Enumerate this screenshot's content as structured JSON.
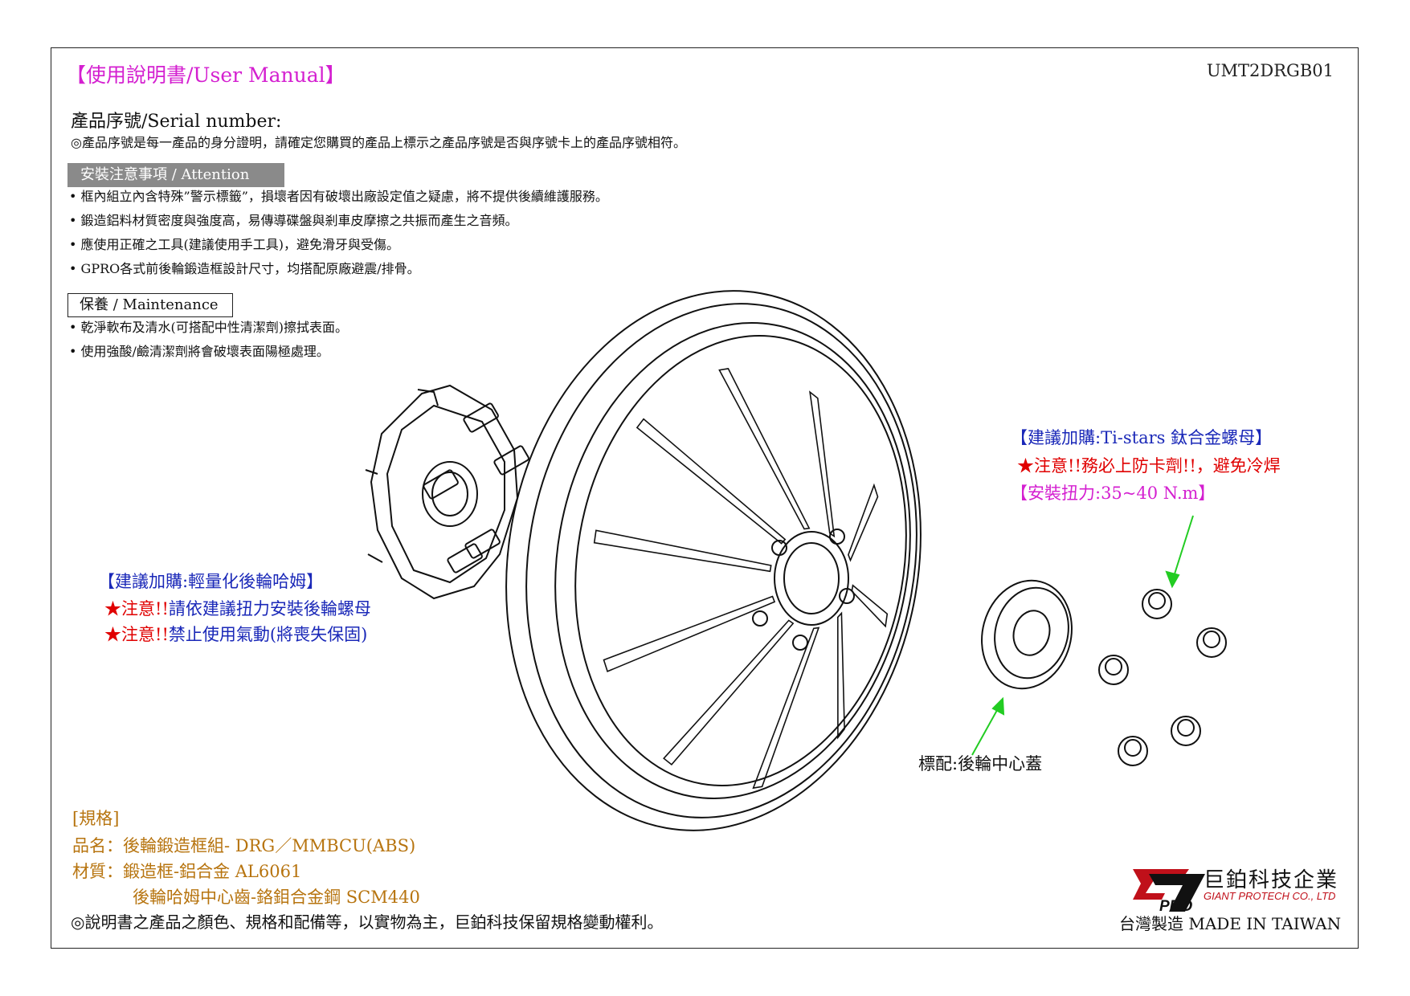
{
  "header": {
    "title": "【使用說明書/User Manual】",
    "doc_code": "UMT2DRGB01"
  },
  "serial": {
    "label": "產品序號/Serial number:",
    "note": "◎產品序號是每一產品的身分證明，請確定您購買的產品上標示之產品序號是否與序號卡上的產品序號相符。"
  },
  "attention": {
    "label": "安裝注意事項 / Attention",
    "items": [
      "框內組立內含特殊”警示標籤”，損壞者因有破壞出廠設定值之疑慮，將不提供後續維護服務。",
      "鍛造鋁料材質密度與強度高，易傳導碟盤與剎車皮摩擦之共振而產生之音頻。",
      "應使用正確之工具(建議使用手工具)，避免滑牙與受傷。",
      "GPRO各式前後輪鍛造框設計尺寸，均搭配原廠避震/排骨。"
    ]
  },
  "maintenance": {
    "label": "保養 / Maintenance",
    "items": [
      "乾淨軟布及清水(可搭配中性清潔劑)擦拭表面。",
      "使用強酸/鹼清潔劑將會破壞表面陽極處理。"
    ]
  },
  "hub_callout": {
    "title": "【建議加購:輕量化後輪哈姆】",
    "warn_star": "★",
    "warn1_head": "注意!!",
    "warn1_body": "請依建議扭力安裝後輪螺母",
    "warn2_head": "注意!!",
    "warn2_body": "禁止使用氣動(將喪失保固)"
  },
  "nut_callout": {
    "title": "【建議加購:Ti-stars 鈦合金螺母】",
    "warn_star": "★",
    "warn_text": "注意!!務必上防卡劑!!，避免冷焊",
    "torque": "【安裝扭力:35~40 N.m】"
  },
  "center_cap_label": "標配:後輪中心蓋",
  "spec": {
    "heading": "[規格]",
    "line1": "品名：後輪鍛造框組- DRG／MMBCU(ABS)",
    "line2": "材質：鍛造框-鋁合金 AL6061",
    "line3": "後輪哈姆中心齒-鉻鉬合金鋼 SCM440"
  },
  "footer": {
    "disclaimer": "◎說明書之產品之顏色、規格和配備等，以實物為主，巨鉑科技保留規格變動權利。",
    "company_zh": "巨鉑科技企業",
    "company_en": "GIANT PROTECH CO., LTD",
    "made_in": "台灣製造 MADE IN TAIWAN"
  },
  "colors": {
    "title": "#d41fd0",
    "callout_blue": "#1a28b8",
    "warning_red": "#e00000",
    "spec_orange": "#b7740f",
    "arrow_green": "#22cc22",
    "logo_red": "#c0101a"
  }
}
